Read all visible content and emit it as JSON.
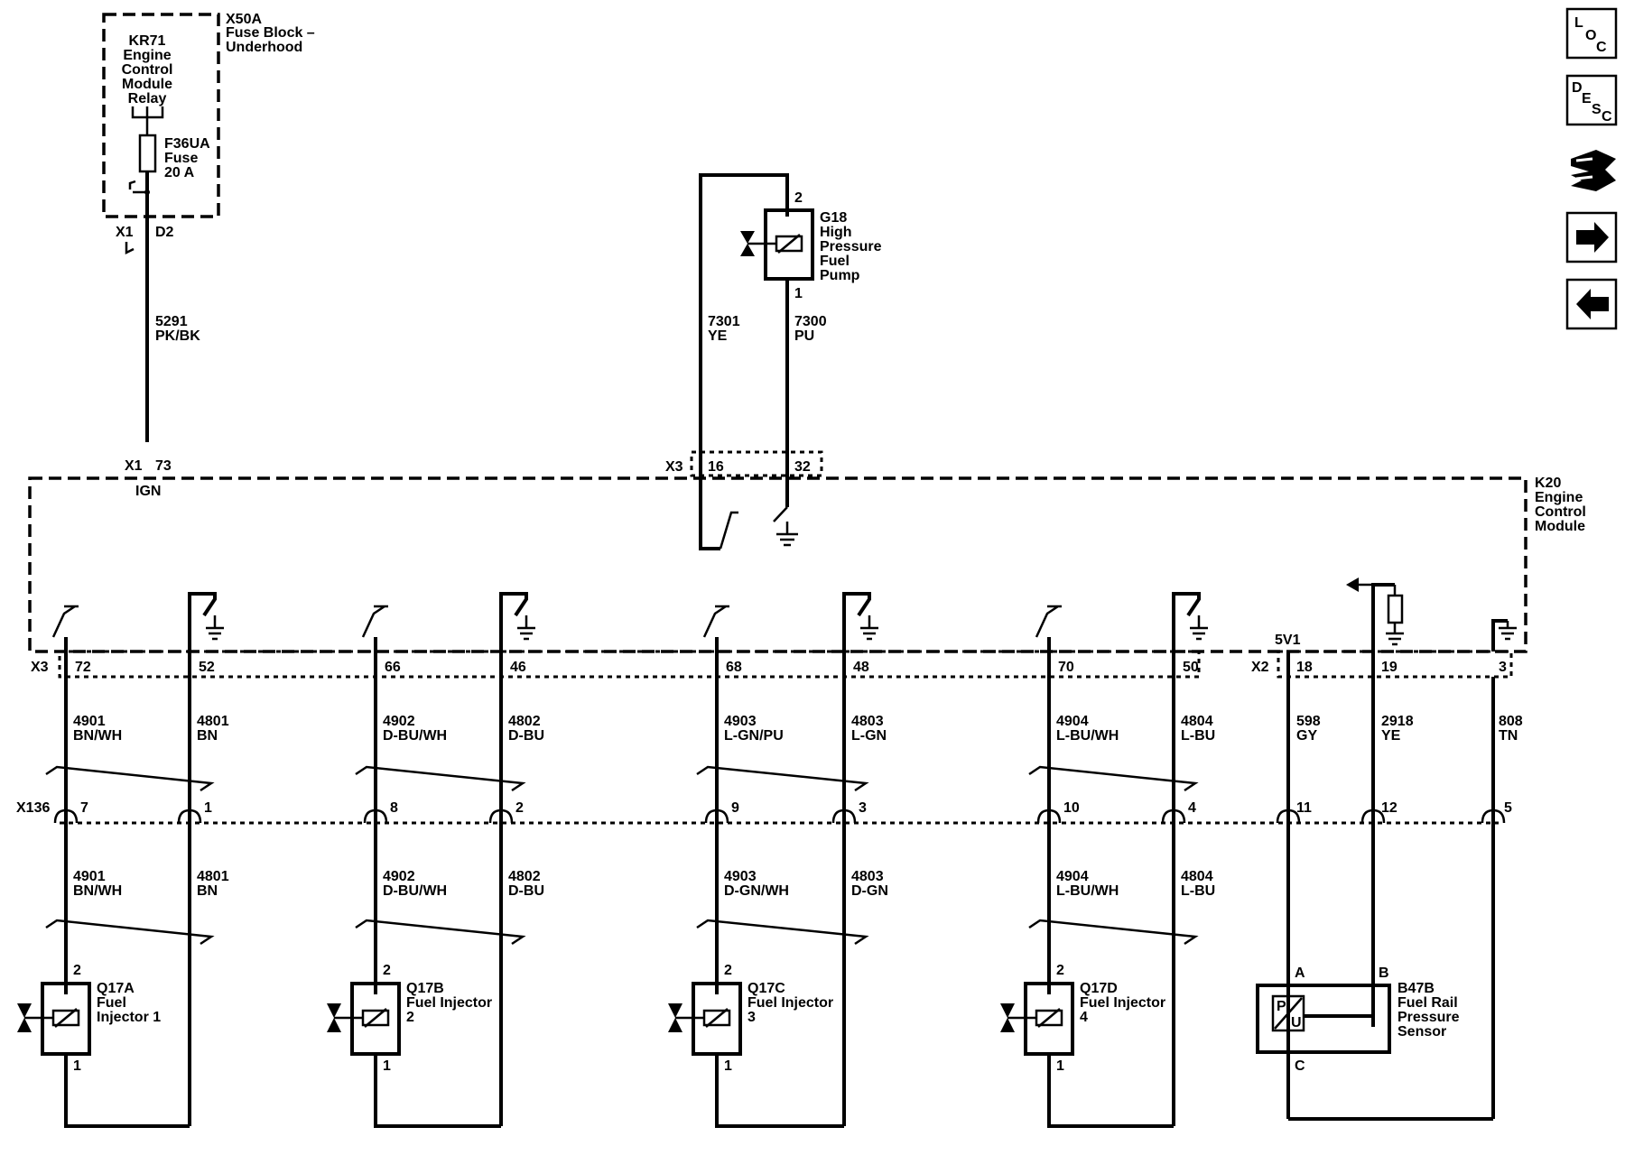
{
  "fuse_block": {
    "id": "X50A",
    "name": "Fuse Block –",
    "name2": "Underhood",
    "relay": [
      "KR71",
      "Engine",
      "Control",
      "Module",
      "Relay"
    ],
    "fuse": [
      "F36UA",
      "Fuse",
      "20 A"
    ],
    "conn_a": "X1",
    "conn_b": "D2"
  },
  "ign_wire": {
    "circuit": "5291",
    "color": "PK/BK",
    "conn": "X1",
    "pin": "73",
    "label": "IGN"
  },
  "pump": {
    "id": "G18",
    "name": [
      "High",
      "Pressure",
      "Fuel",
      "Pump"
    ],
    "pin_top": "2",
    "pin_bottom": "1",
    "wire_left": {
      "circuit": "7301",
      "color": "YE"
    },
    "wire_right": {
      "circuit": "7300",
      "color": "PU"
    },
    "conn": "X3",
    "pin_left": "16",
    "pin_right": "32"
  },
  "ecm": {
    "id": "K20",
    "name": [
      "Engine",
      "Control",
      "Module"
    ]
  },
  "connectors": {
    "x3": "X3",
    "x2": "X2",
    "x136": "X136"
  },
  "injectors": [
    {
      "id": "Q17A",
      "name": [
        "Fuel",
        "Injector 1"
      ],
      "ecm_pin_a": "72",
      "ecm_pin_b": "52",
      "up_a": {
        "circuit": "4901",
        "color": "BN/WH"
      },
      "up_b": {
        "circuit": "4801",
        "color": "BN"
      },
      "x136_a": "7",
      "x136_b": "1",
      "dn_a": {
        "circuit": "4901",
        "color": "BN/WH"
      },
      "dn_b": {
        "circuit": "4801",
        "color": "BN"
      },
      "pin_top": "2",
      "pin_bottom": "1"
    },
    {
      "id": "Q17B",
      "name": [
        "Fuel Injector",
        "2"
      ],
      "ecm_pin_a": "66",
      "ecm_pin_b": "46",
      "up_a": {
        "circuit": "4902",
        "color": "D-BU/WH"
      },
      "up_b": {
        "circuit": "4802",
        "color": "D-BU"
      },
      "x136_a": "8",
      "x136_b": "2",
      "dn_a": {
        "circuit": "4902",
        "color": "D-BU/WH"
      },
      "dn_b": {
        "circuit": "4802",
        "color": "D-BU"
      },
      "pin_top": "2",
      "pin_bottom": "1"
    },
    {
      "id": "Q17C",
      "name": [
        "Fuel Injector",
        "3"
      ],
      "ecm_pin_a": "68",
      "ecm_pin_b": "48",
      "up_a": {
        "circuit": "4903",
        "color": "L-GN/PU"
      },
      "up_b": {
        "circuit": "4803",
        "color": "L-GN"
      },
      "x136_a": "9",
      "x136_b": "3",
      "dn_a": {
        "circuit": "4903",
        "color": "D-GN/WH"
      },
      "dn_b": {
        "circuit": "4803",
        "color": "D-GN"
      },
      "pin_top": "2",
      "pin_bottom": "1"
    },
    {
      "id": "Q17D",
      "name": [
        "Fuel Injector",
        "4"
      ],
      "ecm_pin_a": "70",
      "ecm_pin_b": "50",
      "up_a": {
        "circuit": "4904",
        "color": "L-BU/WH"
      },
      "up_b": {
        "circuit": "4804",
        "color": "L-BU"
      },
      "x136_a": "10",
      "x136_b": "4",
      "dn_a": {
        "circuit": "4904",
        "color": "L-BU/WH"
      },
      "dn_b": {
        "circuit": "4804",
        "color": "L-BU"
      },
      "pin_top": "2",
      "pin_bottom": "1"
    }
  ],
  "sensor": {
    "id": "B47B",
    "name": [
      "Fuel Rail",
      "Pressure",
      "Sensor"
    ],
    "supply_label": "5V1",
    "pins_ecm": [
      "18",
      "19",
      "3"
    ],
    "wires": [
      {
        "circuit": "598",
        "color": "GY"
      },
      {
        "circuit": "2918",
        "color": "YE"
      },
      {
        "circuit": "808",
        "color": "TN"
      }
    ],
    "x136": [
      "11",
      "12",
      "5"
    ],
    "pin_a": "A",
    "pin_b": "B",
    "pin_c": "C",
    "symbol_top": "P",
    "symbol_bottom": "U"
  },
  "nav": {
    "loc": [
      "L",
      "O",
      "C"
    ],
    "desc": [
      "D",
      "E",
      "S",
      "C"
    ],
    "icons": [
      "connector-view-icon",
      "forward-arrow-icon",
      "back-arrow-icon"
    ]
  }
}
